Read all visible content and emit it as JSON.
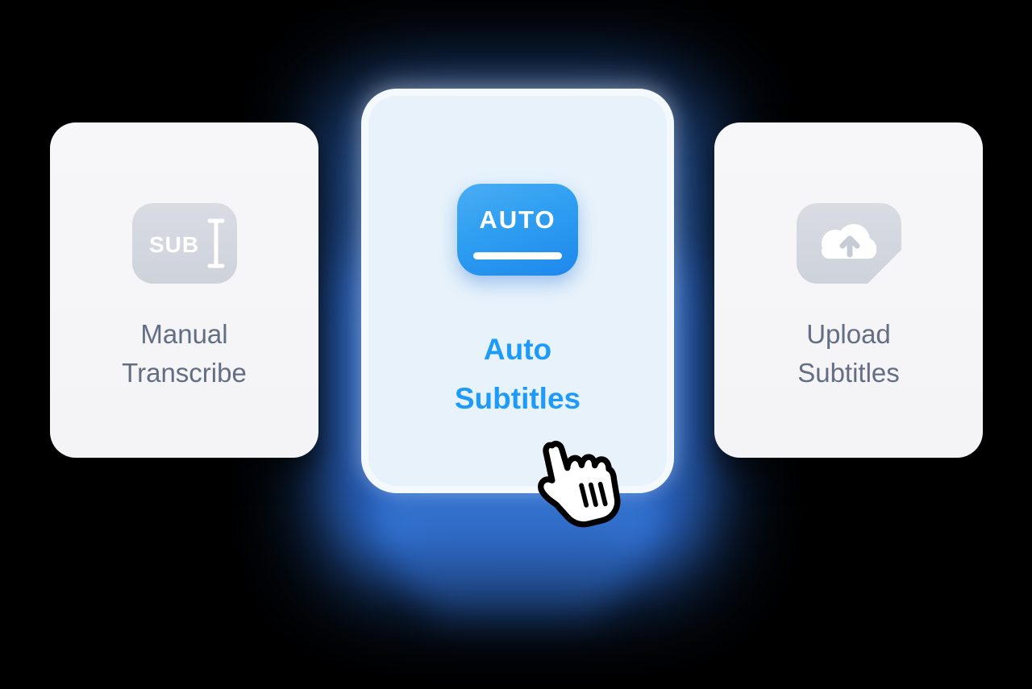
{
  "panel": {
    "description": "subtitle creation mode chooser",
    "cards": [
      {
        "name": "Manual Transcribe",
        "lines": [
          "Manual",
          "Transcribe"
        ],
        "icon": "sub-ibeam-icon",
        "icon_text": "SUB",
        "selected": false
      },
      {
        "name": "Auto Subtitles",
        "lines": [
          "Auto",
          "Subtitles"
        ],
        "icon": "auto-badge-icon",
        "icon_text": "AUTO",
        "selected": true
      },
      {
        "name": "Upload Subtitles",
        "lines": [
          "Upload",
          "Subtitles"
        ],
        "icon": "cloud-upload-icon",
        "selected": false
      }
    ],
    "cursor": "hand-pointer over Auto Subtitles card",
    "colors": {
      "background": "#000000",
      "side_card_bg": "#f6f6f8",
      "main_card_bg": "#e7f2fb",
      "accent_blue_text": "#1f9bf7",
      "auto_icon_gradient_top": "#4aadf5",
      "auto_icon_gradient_bottom": "#1e88ec",
      "gray_icon_box": "#d4d8e0",
      "muted_label": "#636d84",
      "selection_glow": "#2f6fd0"
    }
  }
}
